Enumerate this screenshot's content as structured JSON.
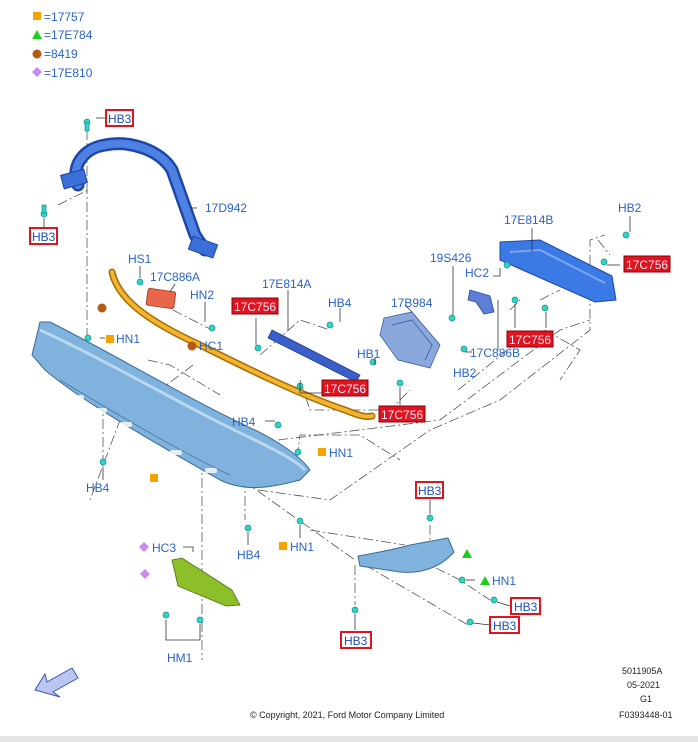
{
  "legend": [
    {
      "shape": "square",
      "color": "#f5a300",
      "text": "17757"
    },
    {
      "shape": "triangle",
      "color": "#1fcc1f",
      "text": "17E784"
    },
    {
      "shape": "circle",
      "color": "#b55b12",
      "text": "8419"
    },
    {
      "shape": "diamond",
      "color": "#c98bf0",
      "text": "17E810"
    }
  ],
  "labels": {
    "hb3_top": "HB3",
    "hb3_left": "HB3",
    "c17d942": "17D942",
    "hs1": "HS1",
    "c17c886a": "17C886A",
    "hn2": "HN2",
    "hc1": "HC1",
    "hn1_left": "HN1",
    "c17e814a": "17E814A",
    "c17c756_a": "17C756",
    "hb4_a": "HB4",
    "c17c756_b": "17C756",
    "hb1": "HB1",
    "c17b984": "17B984",
    "c19s426": "19S426",
    "hc2": "HC2",
    "c17c756_c": "17C756",
    "c17c886b": "17C886B",
    "hb2_mid": "HB2",
    "c17c756_d": "17C756",
    "c17e814b": "17E814B",
    "hb2_right": "HB2",
    "c17c756_e": "17C756",
    "hb4_b": "HB4",
    "hn1_mid": "HN1",
    "hb4_left": "HB4",
    "hb3_mid": "HB3",
    "hc3": "HC3",
    "hb4_c": "HB4",
    "hn1_low": "HN1",
    "hn1_right": "HN1",
    "hb3_r1": "HB3",
    "hb3_r2": "HB3",
    "hb3_bottom": "HB3",
    "hm1": "HM1"
  },
  "footer": {
    "copyright": "© Copyright, 2021, Ford Motor Company Limited",
    "code1": "5011905A",
    "date": "05-2021",
    "code2": "G1",
    "code3": "F0393448-01"
  },
  "colors": {
    "label_blue": "#2a64c8",
    "red_box": "#e0141e",
    "bumper_blue": "#7fb2dc",
    "tube_blue": "#3b6fd8",
    "strip_orange": "#e8a317",
    "bracket_green": "#8cbf2a",
    "fastener_cyan": "#2fd3c8"
  },
  "icons": [
    "front-direction-arrow-icon"
  ]
}
